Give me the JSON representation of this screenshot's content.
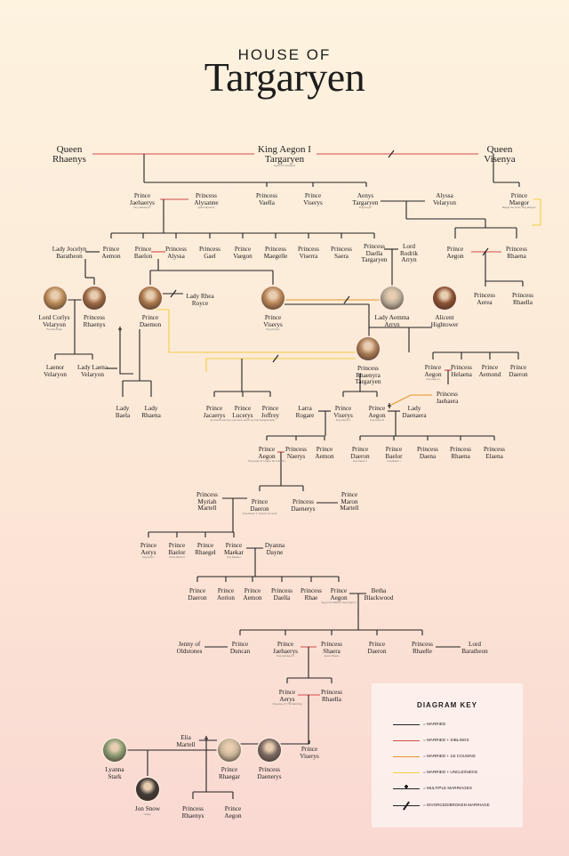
{
  "header": {
    "line1": "HOUSE OF",
    "line2": "Targaryen"
  },
  "colors": {
    "married": "#222222",
    "siblings": "#d34a4a",
    "cousins": "#e2972b",
    "uncle_niece": "#f2cf3f"
  },
  "people": [
    {
      "id": "qrh",
      "lines": [
        "Queen",
        "Rhaenys"
      ],
      "big": true
    },
    {
      "id": "aeg1",
      "lines": [
        "King Aegon I",
        "Targaryen"
      ],
      "note": "Aegon the Conqueror",
      "big": true
    },
    {
      "id": "qvis",
      "lines": [
        "Queen",
        "Visenya"
      ],
      "big": true
    },
    {
      "id": "jaeh",
      "lines": [
        "Prince",
        "Jaehaerys"
      ],
      "note": "King Jaehaerys I"
    },
    {
      "id": "alys",
      "lines": [
        "Princess",
        "Alysanne"
      ],
      "note": "Queen Alysanne"
    },
    {
      "id": "vael",
      "lines": [
        "Princess",
        "Vaella"
      ]
    },
    {
      "id": "pvis",
      "lines": [
        "Prince",
        "Viserys"
      ]
    },
    {
      "id": "aenys",
      "lines": [
        "Aenys",
        "Targaryen"
      ],
      "note": "King Aenys I"
    },
    {
      "id": "alyv",
      "lines": [
        "Alyssa",
        "Velaryon"
      ]
    },
    {
      "id": "maeg",
      "lines": [
        "Prince",
        "Maegor"
      ],
      "note": "Maegor the Cruel / King Maegor I"
    },
    {
      "id": "jbar",
      "lines": [
        "Lady Jocelyn",
        "Baratheon"
      ]
    },
    {
      "id": "aemon",
      "lines": [
        "Prince",
        "Aemon"
      ]
    },
    {
      "id": "baelon",
      "lines": [
        "Prince",
        "Baelon"
      ]
    },
    {
      "id": "alyssa2",
      "lines": [
        "Princess",
        "Alyssa"
      ]
    },
    {
      "id": "gael",
      "lines": [
        "Princess",
        "Gael"
      ]
    },
    {
      "id": "vaegon",
      "lines": [
        "Prince",
        "Vaegon"
      ]
    },
    {
      "id": "maegelle",
      "lines": [
        "Princess",
        "Maegelle"
      ]
    },
    {
      "id": "viserra",
      "lines": [
        "Princess",
        "Viserra"
      ]
    },
    {
      "id": "saera",
      "lines": [
        "Princess",
        "Saera"
      ]
    },
    {
      "id": "daella",
      "lines": [
        "Princess",
        "Daella",
        "Targaryen"
      ]
    },
    {
      "id": "rodrik",
      "lines": [
        "Lord",
        "Rodrik",
        "Arryn"
      ]
    },
    {
      "id": "paegon",
      "lines": [
        "Prince",
        "Aegon"
      ]
    },
    {
      "id": "prhaena",
      "lines": [
        "Princess",
        "Rhaena"
      ]
    },
    {
      "id": "corlys",
      "lines": [
        "Lord Corlys",
        "Velaryon"
      ],
      "note": "The Sea Snake"
    },
    {
      "id": "rhaenys",
      "lines": [
        "Princess",
        "Rhaenys"
      ]
    },
    {
      "id": "daemon",
      "lines": [
        "Prince",
        "Daemon"
      ]
    },
    {
      "id": "rhea",
      "lines": [
        "Lady Rhea",
        "Royce"
      ]
    },
    {
      "id": "viserys1",
      "lines": [
        "Prince",
        "Viserys"
      ],
      "note": "King Viserys I"
    },
    {
      "id": "aemma",
      "lines": [
        "Lady Aemma",
        "Arryn"
      ]
    },
    {
      "id": "alicent",
      "lines": [
        "Alicent",
        "Hightower"
      ]
    },
    {
      "id": "aerea",
      "lines": [
        "Princess",
        "Aerea"
      ]
    },
    {
      "id": "rhaella",
      "lines": [
        "Princess",
        "Rhaella"
      ]
    },
    {
      "id": "laenor",
      "lines": [
        "Laenor",
        "Velaryon"
      ]
    },
    {
      "id": "laena",
      "lines": [
        "Lady Laena",
        "Velaryon"
      ]
    },
    {
      "id": "rhaenyra",
      "lines": [
        "Princess",
        "Rhaenyra",
        "Targaryen"
      ]
    },
    {
      "id": "aegon2",
      "lines": [
        "Prince",
        "Aegon"
      ],
      "note": "King Aegon II"
    },
    {
      "id": "helaena",
      "lines": [
        "Princess",
        "Helaena"
      ]
    },
    {
      "id": "aemond",
      "lines": [
        "Prince",
        "Aemond"
      ]
    },
    {
      "id": "daeron1",
      "lines": [
        "Prince",
        "Daeron"
      ]
    },
    {
      "id": "jaehaera",
      "lines": [
        "Princess",
        "Jaehaera"
      ]
    },
    {
      "id": "baela",
      "lines": [
        "Lady",
        "Baela"
      ]
    },
    {
      "id": "lrhaena",
      "lines": [
        "Lady",
        "Rhaena"
      ]
    },
    {
      "id": "jace",
      "lines": [
        "Prince",
        "Jacaerys"
      ]
    },
    {
      "id": "luke",
      "lines": [
        "Prince",
        "Lucerys"
      ],
      "note": "Ser Harwin Strong is commonly said to be their biological father"
    },
    {
      "id": "joff",
      "lines": [
        "Prince",
        "Joffrey"
      ]
    },
    {
      "id": "larra",
      "lines": [
        "Larra",
        "Rogare"
      ]
    },
    {
      "id": "viserys2",
      "lines": [
        "Prince",
        "Viserys"
      ],
      "note": "King Viserys II"
    },
    {
      "id": "aegon3",
      "lines": [
        "Prince",
        "Aegon"
      ],
      "note": "King Aegon III"
    },
    {
      "id": "daenaera",
      "lines": [
        "Lady",
        "Daenaera"
      ]
    },
    {
      "id": "aegon4",
      "lines": [
        "Prince",
        "Aegon"
      ],
      "note": "King Aegon IV / Aegon the Unworthy"
    },
    {
      "id": "naerys",
      "lines": [
        "Princess",
        "Naerys"
      ]
    },
    {
      "id": "aemon2",
      "lines": [
        "Prince",
        "Aemon"
      ]
    },
    {
      "id": "daeron2",
      "lines": [
        "Prince",
        "Daeron"
      ],
      "note": "King Daeron I"
    },
    {
      "id": "baelor",
      "lines": [
        "Prince",
        "Baelor"
      ],
      "note": "King Baelor I"
    },
    {
      "id": "daena",
      "lines": [
        "Princess",
        "Daena"
      ]
    },
    {
      "id": "rhaena3",
      "lines": [
        "Princess",
        "Rhaena"
      ]
    },
    {
      "id": "elaena",
      "lines": [
        "Princess",
        "Elaena"
      ]
    },
    {
      "id": "myriah",
      "lines": [
        "Princess",
        "Myriah",
        "Martell"
      ]
    },
    {
      "id": "daeron3",
      "lines": [
        "Prince",
        "Daeron"
      ],
      "note": "King Daeron II / Daeron the Good"
    },
    {
      "id": "daenerys1",
      "lines": [
        "Princess",
        "Daenerys"
      ]
    },
    {
      "id": "maron",
      "lines": [
        "Prince",
        "Maron",
        "Martell"
      ]
    },
    {
      "id": "aerys1",
      "lines": [
        "Prince",
        "Aerys"
      ],
      "note": "King Aerys I"
    },
    {
      "id": "baelor2",
      "lines": [
        "Prince",
        "Baelor"
      ],
      "note": "Prince Baelor II"
    },
    {
      "id": "rhaegel",
      "lines": [
        "Prince",
        "Rhaegel"
      ]
    },
    {
      "id": "maekar",
      "lines": [
        "Prince",
        "Maekar"
      ],
      "note": "King Maekar I"
    },
    {
      "id": "dyanna",
      "lines": [
        "Dyanna",
        "Dayne"
      ]
    },
    {
      "id": "daeron4",
      "lines": [
        "Prince",
        "Daeron"
      ]
    },
    {
      "id": "aerion",
      "lines": [
        "Prince",
        "Aerion"
      ]
    },
    {
      "id": "aemon3",
      "lines": [
        "Prince",
        "Aemon"
      ]
    },
    {
      "id": "daella2",
      "lines": [
        "Princess",
        "Daella"
      ]
    },
    {
      "id": "rhae",
      "lines": [
        "Princess",
        "Rhae"
      ]
    },
    {
      "id": "aegon5",
      "lines": [
        "Prince",
        "Aegon"
      ],
      "note": "Aegon the Unlikely / King Aegon V"
    },
    {
      "id": "betha",
      "lines": [
        "Betha",
        "Blackwood"
      ]
    },
    {
      "id": "jenny",
      "lines": [
        "Jenny of",
        "Oldstones"
      ]
    },
    {
      "id": "duncan",
      "lines": [
        "Prince",
        "Duncan"
      ]
    },
    {
      "id": "jaeh2",
      "lines": [
        "Prince",
        "Jaehaerys"
      ],
      "note": "King Jaehaerys II"
    },
    {
      "id": "shaera",
      "lines": [
        "Princess",
        "Shaera"
      ],
      "note": "Queen Shaera"
    },
    {
      "id": "daeron5",
      "lines": [
        "Prince",
        "Daeron"
      ]
    },
    {
      "id": "rhaelle",
      "lines": [
        "Princess",
        "Rhaelle"
      ]
    },
    {
      "id": "lbar",
      "lines": [
        "Lord",
        "Baratheon"
      ]
    },
    {
      "id": "aerys2",
      "lines": [
        "Prince",
        "Aerys"
      ],
      "note": "King Aerys II / The Mad King"
    },
    {
      "id": "rhaella2",
      "lines": [
        "Princess",
        "Rhaella"
      ]
    },
    {
      "id": "elia",
      "lines": [
        "Elia",
        "Martell"
      ]
    },
    {
      "id": "viserys3",
      "lines": [
        "Prince",
        "Viserys"
      ]
    },
    {
      "id": "lyanna",
      "lines": [
        "Lyanna",
        "Stark"
      ]
    },
    {
      "id": "rhaegar",
      "lines": [
        "Prince",
        "Rhaegar"
      ]
    },
    {
      "id": "daenerys2",
      "lines": [
        "Princess",
        "Daenerys"
      ]
    },
    {
      "id": "jon",
      "lines": [
        "Jon Snow"
      ],
      "note": "Aegon"
    },
    {
      "id": "rhaenys3",
      "lines": [
        "Princess",
        "Rhaenys"
      ]
    },
    {
      "id": "aegon6",
      "lines": [
        "Prince",
        "Aegon"
      ]
    }
  ],
  "portraits": [
    {
      "id": "ph-corlys",
      "hue": "#b98a57"
    },
    {
      "id": "ph-rhaenys",
      "hue": "#9d6a45"
    },
    {
      "id": "ph-daemon",
      "hue": "#a9774b"
    },
    {
      "id": "ph-viserys",
      "hue": "#b88558"
    },
    {
      "id": "ph-aemma",
      "hue": "#b9ac98"
    },
    {
      "id": "ph-alicent",
      "hue": "#8c5134"
    },
    {
      "id": "ph-rhaenyra",
      "hue": "#a97b55"
    },
    {
      "id": "ph-lyanna",
      "hue": "#8a9b73"
    },
    {
      "id": "ph-rhaegar",
      "hue": "#c8b599"
    },
    {
      "id": "ph-daenerys",
      "hue": "#7a6a63"
    },
    {
      "id": "ph-jon",
      "hue": "#3f3a36"
    }
  ],
  "key": {
    "title": "DIAGRAM KEY",
    "items": [
      {
        "label": "= MARRIED",
        "kind": "married"
      },
      {
        "label": "= MARRIED + SIBLINGS",
        "kind": "siblings"
      },
      {
        "label": "= MARRIED + 1st COUSINS",
        "kind": "cousins"
      },
      {
        "label": "= MARRIED + UNCLE/NIECE",
        "kind": "uncle_niece"
      },
      {
        "label": "= MULTIPLE MARRIAGES",
        "kind": "multiple"
      },
      {
        "label": "= DIVORCED/BROKEN MARRIAGE",
        "kind": "broken"
      }
    ]
  }
}
